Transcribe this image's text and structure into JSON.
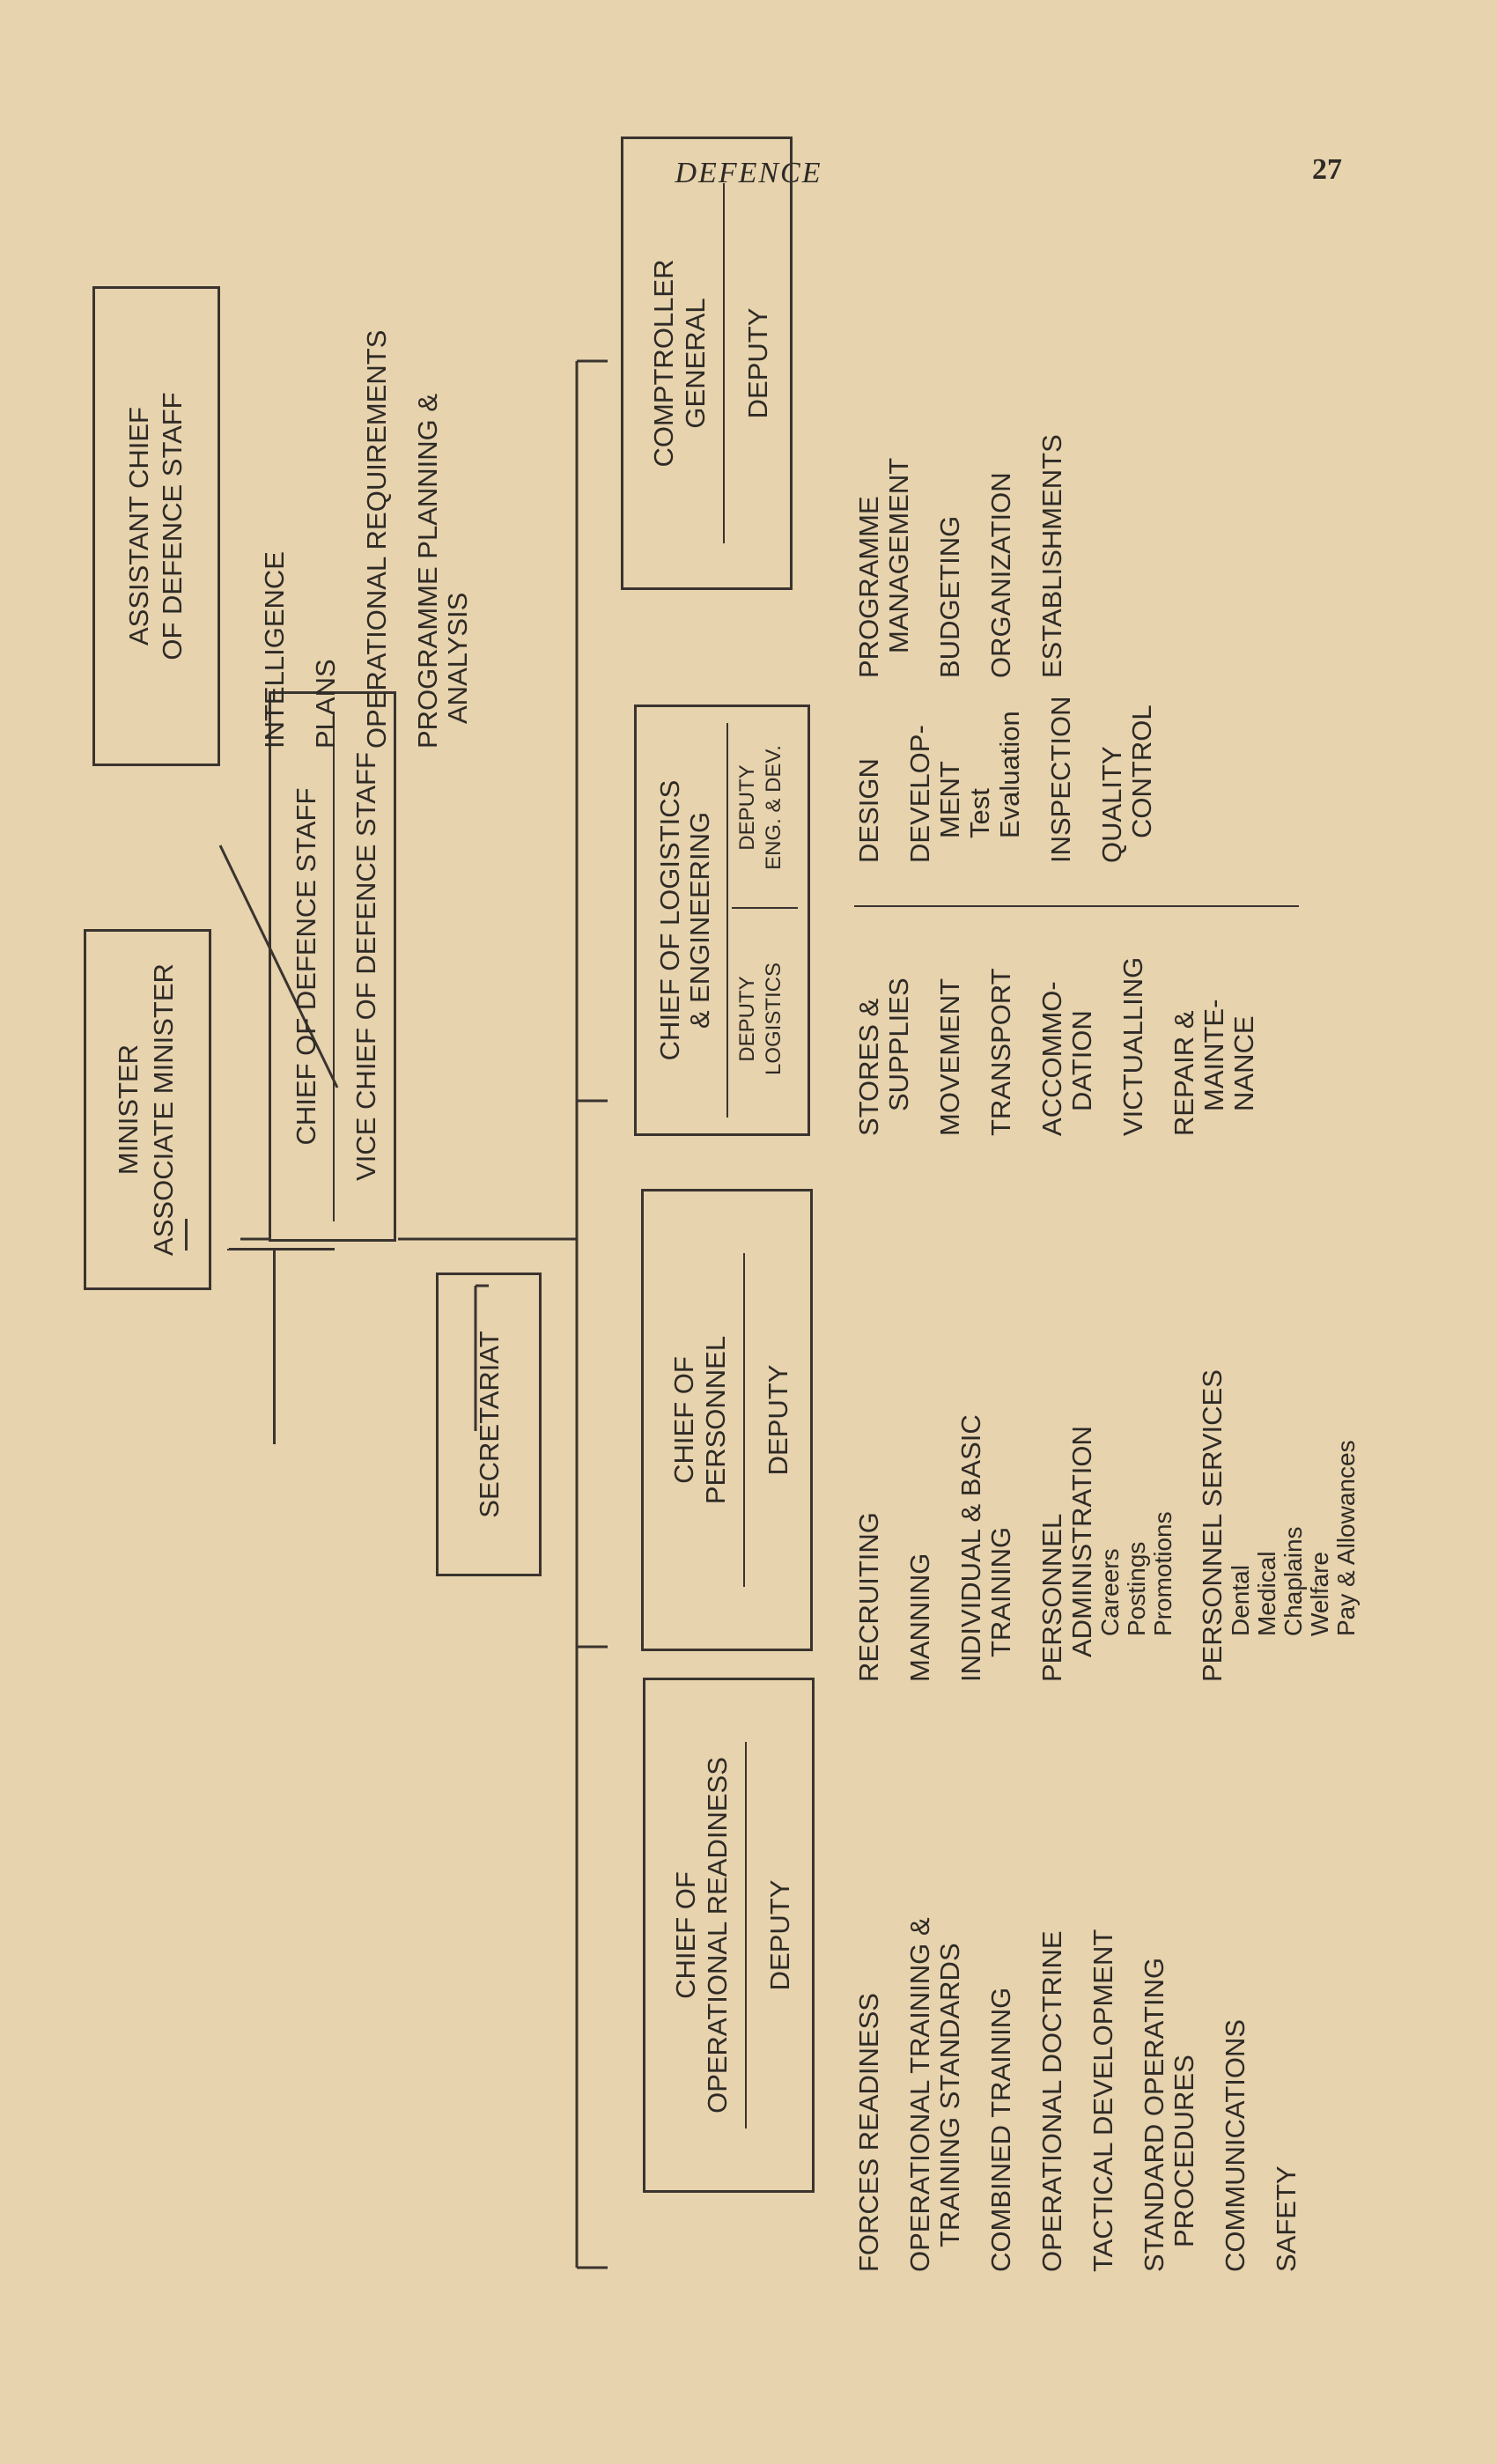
{
  "header": {
    "title": "DEFENCE",
    "page_number": "27"
  },
  "boxes": {
    "minister": {
      "line1": "MINISTER",
      "line2": "ASSOCIATE MINISTER"
    },
    "assistant": {
      "line1": "ASSISTANT CHIEF",
      "line2": "OF DEFENCE STAFF"
    },
    "cds": {
      "line1": "CHIEF OF DEFENCE STAFF",
      "line2": "VICE CHIEF OF DEFENCE STAFF"
    },
    "secretariat": {
      "label": "SECRETARIAT"
    },
    "operational": {
      "line1": "CHIEF OF",
      "line2": "OPERATIONAL READINESS",
      "deputy": "DEPUTY"
    },
    "personnel": {
      "line1": "CHIEF OF",
      "line2": "PERSONNEL",
      "deputy": "DEPUTY"
    },
    "logistics": {
      "line1": "CHIEF OF LOGISTICS",
      "line2": "& ENGINEERING",
      "dep1a": "DEPUTY",
      "dep1b": "LOGISTICS",
      "dep2a": "DEPUTY",
      "dep2b": "ENG. & DEV."
    },
    "comptroller": {
      "line1": "COMPTROLLER",
      "line2": "GENERAL",
      "deputy": "DEPUTY"
    }
  },
  "lists": {
    "assistant": [
      "INTELLIGENCE",
      "PLANS",
      "OPERATIONAL REQUIREMENTS",
      "PROGRAMME PLANNING &",
      "ANALYSIS"
    ],
    "operational": [
      "FORCES READINESS",
      "OPERATIONAL TRAINING &",
      "TRAINING STANDARDS",
      "COMBINED TRAINING",
      "OPERATIONAL DOCTRINE",
      "TACTICAL DEVELOPMENT",
      "STANDARD OPERATING",
      "PROCEDURES",
      "COMMUNICATIONS",
      "SAFETY"
    ],
    "personnel": [
      "RECRUITING",
      "MANNING",
      "INDIVIDUAL & BASIC",
      "TRAINING",
      "PERSONNEL",
      "ADMINISTRATION",
      "Careers",
      "Postings",
      "Promotions",
      "PERSONNEL SERVICES",
      "Dental",
      "Medical",
      "Chaplains",
      "Welfare",
      "Pay & Allowances"
    ],
    "logistics_left": [
      "STORES &",
      "SUPPLIES",
      "MOVEMENT",
      "TRANSPORT",
      "ACCOMMO-",
      "DATION",
      "VICTUALLING",
      "REPAIR &",
      "MAINTE-",
      "NANCE"
    ],
    "logistics_right": [
      "DESIGN",
      "DEVELOP-",
      "MENT",
      "Test",
      "Evaluation",
      "INSPECTION",
      "QUALITY",
      "CONTROL"
    ],
    "comptroller": [
      "PROGRAMME",
      "MANAGEMENT",
      "BUDGETING",
      "ORGANIZATION",
      "ESTABLISHMENTS"
    ]
  }
}
